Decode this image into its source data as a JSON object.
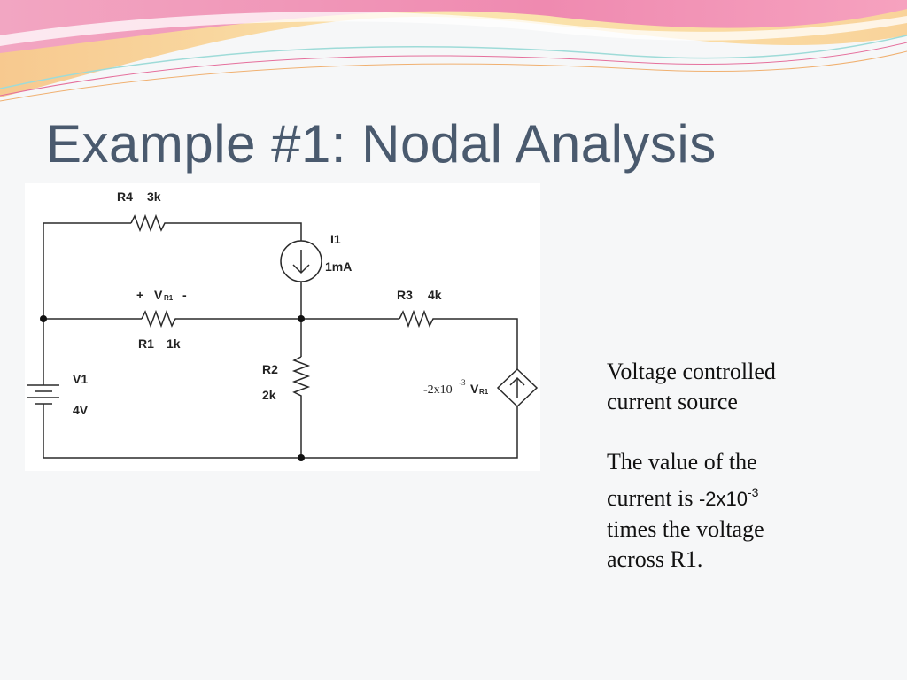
{
  "slide": {
    "title": "Example #1:  Nodal Analysis",
    "colors": {
      "title": "#4a5a6e",
      "background": "#f6f7f8",
      "banner_pink": "#ef8ab0",
      "banner_peach": "#f9d39a",
      "banner_aqua": "#9edbd8"
    }
  },
  "circuit": {
    "r4": {
      "name": "R4",
      "value": "3k"
    },
    "i1": {
      "name": "I1",
      "value": "1mA"
    },
    "vr1": {
      "plus": "+",
      "name": "V",
      "sub": "R1",
      "minus": "-"
    },
    "r1": {
      "name": "R1",
      "value": "1k"
    },
    "r3": {
      "name": "R3",
      "value": "4k"
    },
    "r2": {
      "name": "R2",
      "value": "2k"
    },
    "v1": {
      "name": "V1",
      "value": "4V"
    },
    "vccs": {
      "coef": "-2x10",
      "exp": "-3",
      "ctrl": "V",
      "ctrl_sub": "R1"
    }
  },
  "notes": {
    "line1": "Voltage controlled",
    "line2": "current source",
    "line3": "The value of the",
    "line4_a": "current is ",
    "line4_num": "-2x10",
    "line4_exp": "-3",
    "line5": "times the voltage",
    "line6": "across R1."
  }
}
